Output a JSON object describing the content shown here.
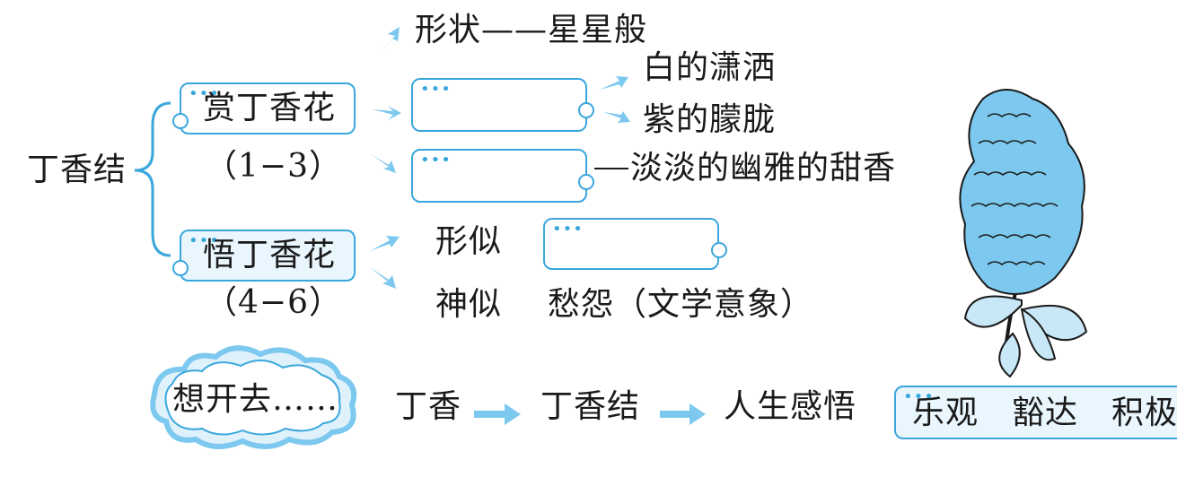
{
  "root": {
    "label": "丁香结"
  },
  "branch1": {
    "label": "赏丁香花",
    "range": "（1−3）",
    "shape_line": "形状——星星般",
    "color_top": "白的潇洒",
    "color_bottom": "紫的朦胧",
    "scent": "淡淡的幽雅的甜香"
  },
  "branch2": {
    "label": "悟丁香花",
    "range": "（4−6）",
    "form_label": "形似",
    "spirit_label": "神似",
    "spirit_text": "愁怨（文学意象）"
  },
  "bottom": {
    "cloud_text": "想开去……",
    "step1": "丁香",
    "step2": "丁香结",
    "step3": "人生感悟",
    "final_box": "乐观　豁达　积极"
  },
  "colors": {
    "accent": "#3aa7dc",
    "accent_light": "#7cc8ee",
    "box_fill": "#eaf6fd"
  }
}
